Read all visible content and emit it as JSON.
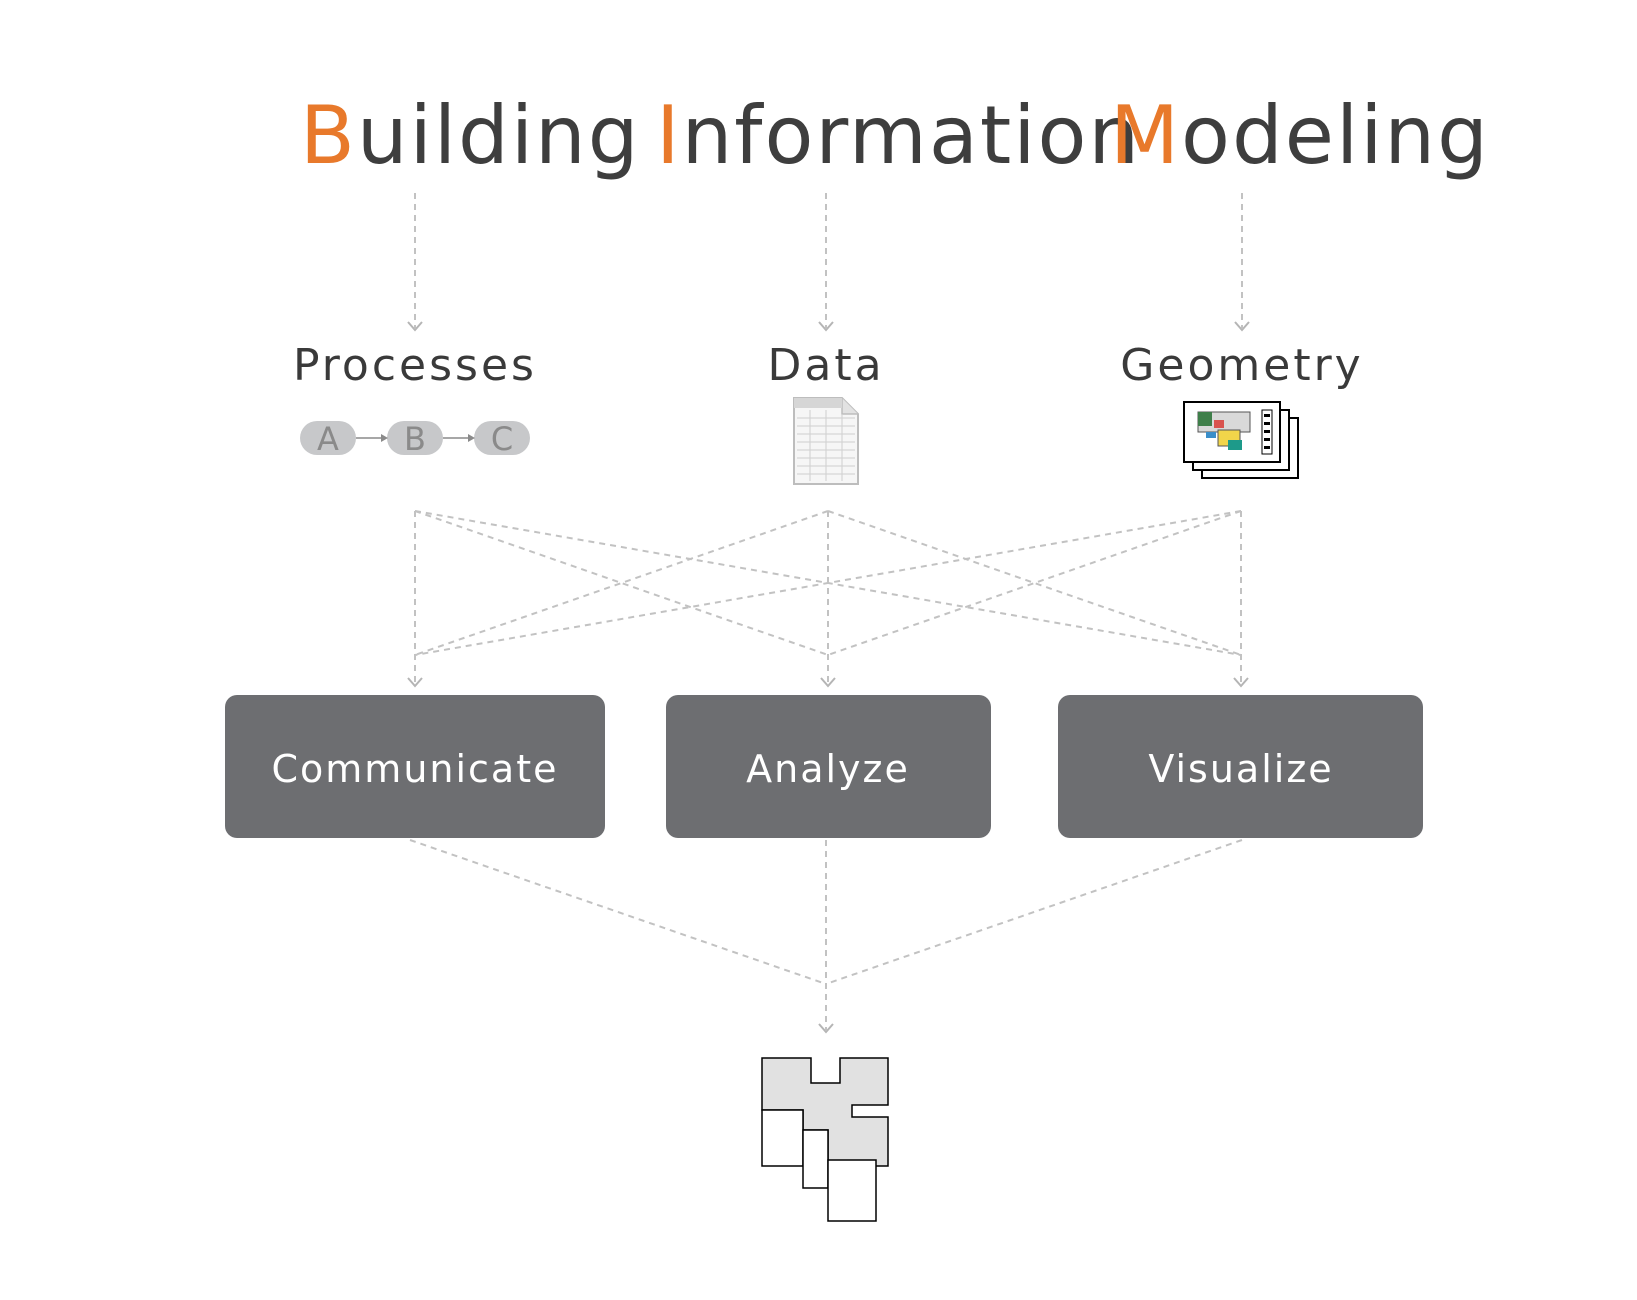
{
  "title_words": [
    {
      "initial": "B",
      "rest": "uilding"
    },
    {
      "initial": "I",
      "rest": "nformation"
    },
    {
      "initial": "M",
      "rest": "odeling"
    }
  ],
  "categories": [
    "Processes",
    "Data",
    "Geometry"
  ],
  "process_steps": [
    "A",
    "B",
    "C"
  ],
  "actions": [
    "Communicate",
    "Analyze",
    "Visualize"
  ],
  "colors": {
    "accent": "#e8792b",
    "title_text": "#3e3e3e",
    "box_fill": "#6d6e71",
    "connector": "#c2c2c2"
  },
  "icons": {
    "process": "process-flow-icon",
    "data": "spreadsheet-icon",
    "geometry": "floor-plan-sheets-icon",
    "result": "floor-plan-result-icon"
  }
}
